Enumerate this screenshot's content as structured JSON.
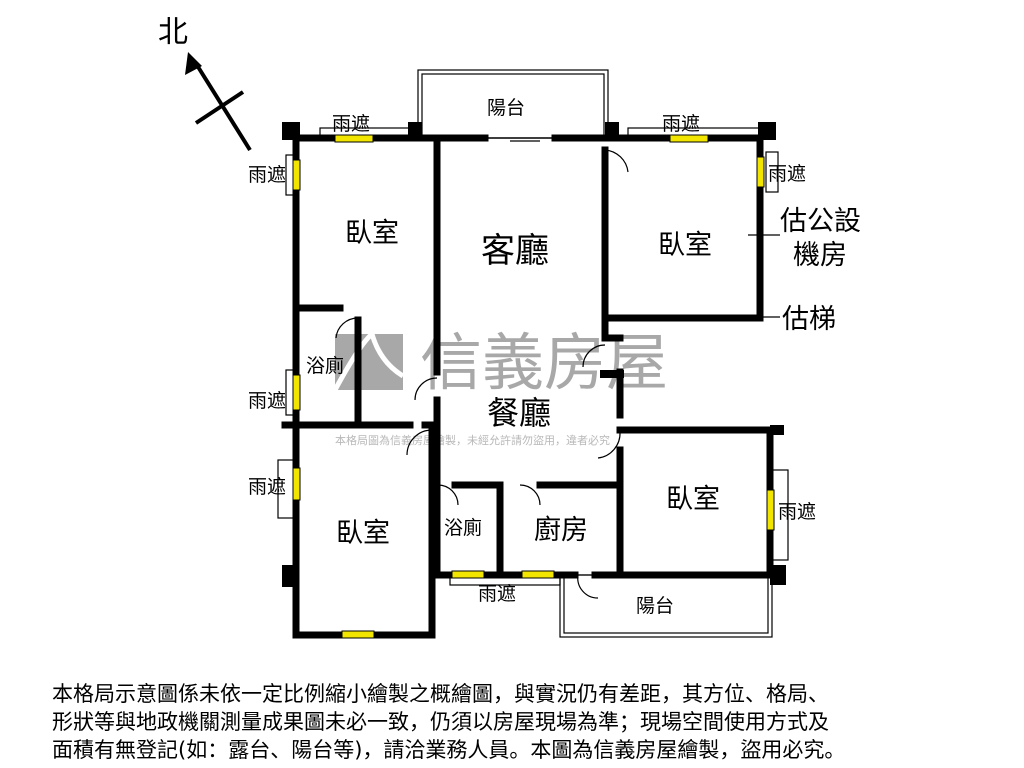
{
  "north_label": "北",
  "rooms": {
    "balcony_top": "陽台",
    "bedroom_nw": "臥室",
    "living": "客廳",
    "bedroom_ne": "臥室",
    "public_machine_1": "估公設",
    "public_machine_2": "機房",
    "stairs": "估梯",
    "bath_w": "浴廁",
    "dining": "餐廳",
    "bedroom_sw": "臥室",
    "bath_s": "浴廁",
    "kitchen": "廚房",
    "bedroom_se": "臥室",
    "balcony_bottom": "陽台"
  },
  "awnings": [
    "雨遮",
    "雨遮",
    "雨遮",
    "雨遮",
    "雨遮",
    "雨遮",
    "雨遮",
    "雨遮"
  ],
  "watermark": {
    "brand": "信義房屋",
    "notice": "本格局圖為信義房屋繪製，未經允許請勿盜用，違者必究"
  },
  "disclaimer": [
    "本格局示意圖係未依一定比例縮小繪製之概繪圖，與實況仍有差距，其方位、格局、",
    "形狀等與地政機關測量成果圖未必一致，仍須以房屋現場為準；現場空間使用方式及",
    "面積有無登記(如：露台、陽台等)，請洽業務人員。本圖為信義房屋繪製，盜用必究。"
  ],
  "colors": {
    "wall": "#000000",
    "window": "#f2e600",
    "watermark": "#a8a8a8"
  }
}
